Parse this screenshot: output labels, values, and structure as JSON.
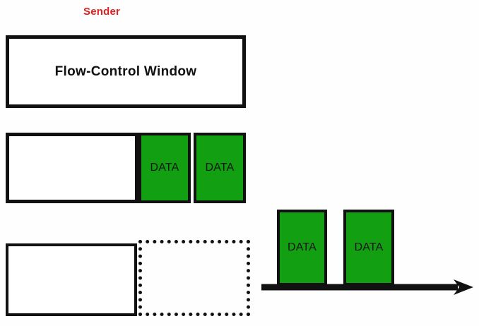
{
  "diagram": {
    "title_label": "Sender",
    "title_color": "#e02020",
    "background_color": "#fefefe",
    "stroke_color": "#111111",
    "data_block_color": "#12a012",
    "rows": [
      {
        "id": "row-1",
        "window_label": "Flow-Control Window",
        "window_state": "empty-full-window",
        "data_blocks": []
      },
      {
        "id": "row-2",
        "window_label": "",
        "window_state": "two-segments-queued",
        "data_blocks": [
          {
            "label": "DATA"
          },
          {
            "label": "DATA"
          }
        ]
      },
      {
        "id": "row-3",
        "window_label": "",
        "window_state": "window-shrunk-dotted-remainder",
        "data_blocks": []
      }
    ],
    "in_flight_blocks": [
      {
        "label": "DATA"
      },
      {
        "label": "DATA"
      }
    ],
    "link": {
      "name": "transmission-link",
      "direction": "right"
    }
  }
}
